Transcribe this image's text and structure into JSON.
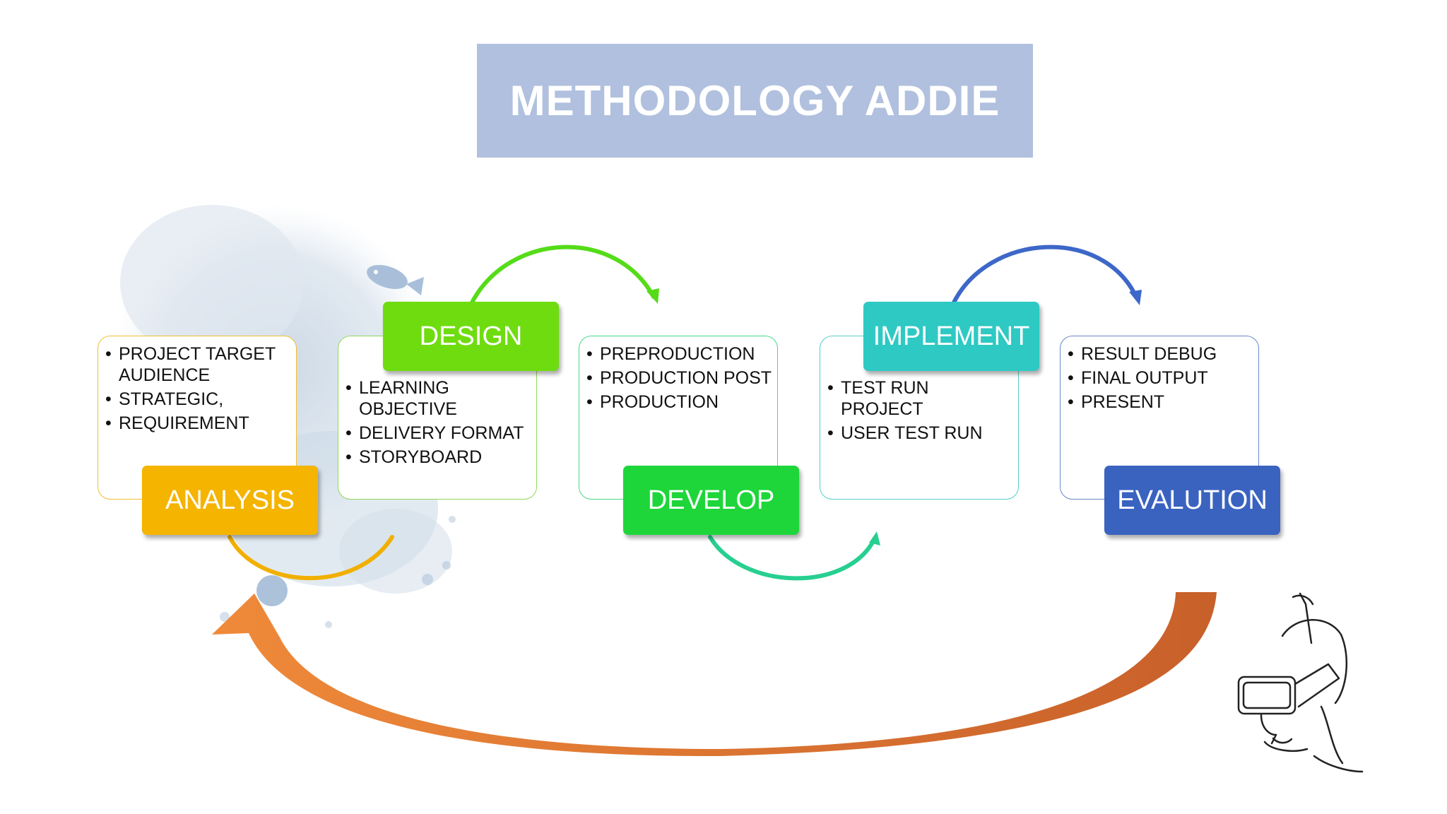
{
  "title": "METHODOLOGY ADDIE",
  "colors": {
    "title_bg": "#b0c0de",
    "analysis": "#f4b400",
    "design": "#6fdc10",
    "develop": "#1ed63a",
    "implement": "#2ec9c3",
    "evalution": "#3a63c0",
    "return_arrow": "#e07226"
  },
  "steps": [
    {
      "label": "ANALYSIS",
      "items": [
        "PROJECT TARGET AUDIENCE",
        "STRATEGIC,",
        "REQUIREMENT"
      ]
    },
    {
      "label": "DESIGN",
      "items": [
        "LEARNING OBJECTIVE",
        "DELIVERY FORMAT",
        "STORYBOARD"
      ]
    },
    {
      "label": "DEVELOP",
      "items": [
        "PREPRODUCTION",
        "PRODUCTION POST",
        "PRODUCTION"
      ]
    },
    {
      "label": "IMPLEMENT",
      "items": [
        "TEST  RUN PROJECT",
        "USER TEST RUN"
      ]
    },
    {
      "label": "EVALUTION",
      "items": [
        "RESULT DEBUG",
        "FINAL OUTPUT",
        "PRESENT"
      ]
    }
  ]
}
